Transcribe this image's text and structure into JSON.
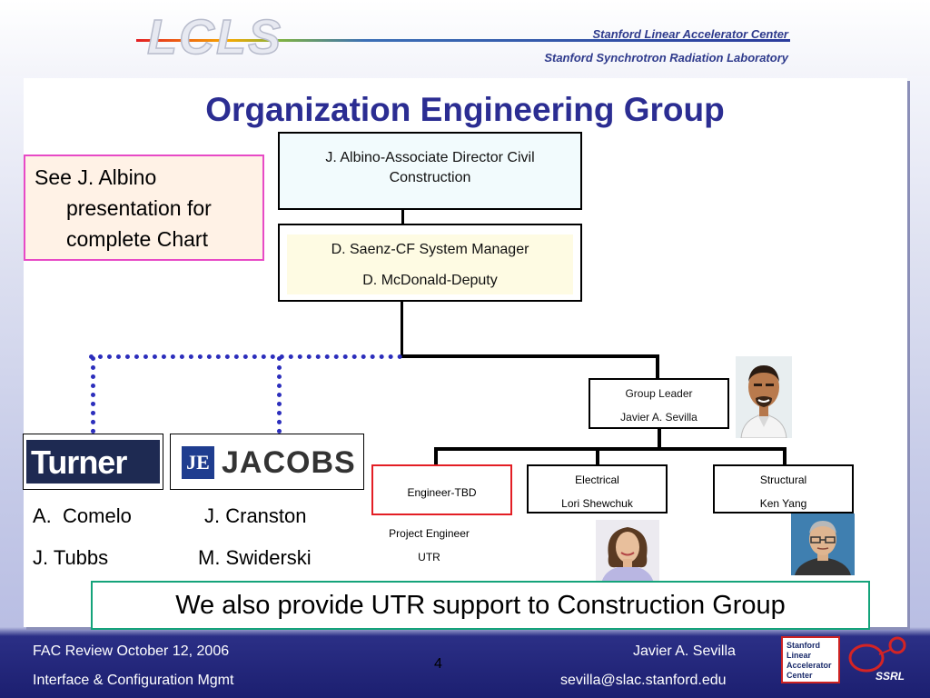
{
  "header": {
    "logo": "LCLS",
    "line1": "Stanford Linear Accelerator Center",
    "line2": "Stanford Synchrotron Radiation Laboratory"
  },
  "title": "Organization Engineering Group",
  "note": {
    "line1": "See J. Albino",
    "line2": "presentation for",
    "line3": "complete Chart"
  },
  "org": {
    "director": "J. Albino-Associate Director Civil Construction",
    "manager_line1": "D. Saenz-CF System Manager",
    "manager_line2": "D. McDonald-Deputy",
    "group_leader_title": "Group Leader",
    "group_leader_name": "Javier A. Sevilla",
    "engineer": "Engineer-TBD",
    "electrical_title": "Electrical",
    "electrical_name": "Lori Shewchuk",
    "structural_title": "Structural",
    "structural_name": "Ken Yang",
    "project_engineer": "Project Engineer",
    "project_engineer_org": "UTR"
  },
  "contractors": {
    "turner_logo": "Turner",
    "jacobs_mark": "JE",
    "jacobs_logo": "JACOBS",
    "turner_name1": "A.  Comelo",
    "turner_name2": "J. Tubbs",
    "jacobs_name1": "J. Cranston",
    "jacobs_name2": "M. Swiderski"
  },
  "banner": "We also provide UTR support to Construction Group",
  "footer": {
    "left_line1": "FAC Review October 12, 2006",
    "left_line2": "Interface & Configuration Mgmt",
    "page": "4",
    "right_line1": "Javier A. Sevilla",
    "right_line2": "sevilla@slac.stanford.edu",
    "slac_logo_lines": [
      "Stanford",
      "Linear",
      "Accelerator",
      "Center"
    ],
    "ssrl_logo": "SSRL"
  },
  "colors": {
    "title": "#2b2d92",
    "dotted_line": "#2c2ebc",
    "note_border": "#e74ac6",
    "banner_border": "#14a37a",
    "engineer_border": "#e31e24"
  }
}
